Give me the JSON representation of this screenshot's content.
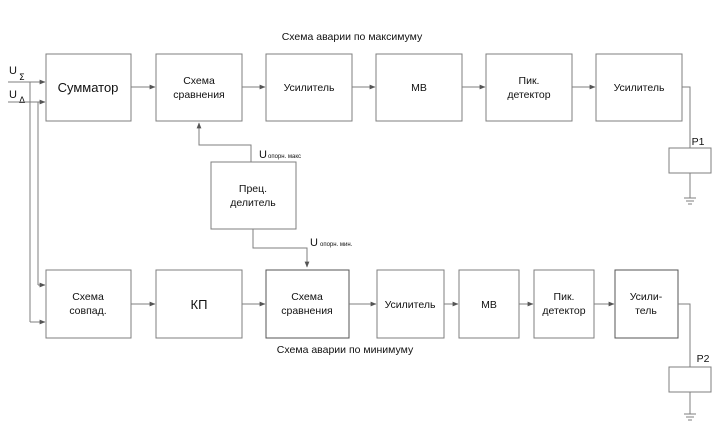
{
  "captions": {
    "max": "Схема аварии по максимуму",
    "min": "Схема аварии по минимуму"
  },
  "inputs": {
    "u_sigma": {
      "letter": "U",
      "sub": "Σ"
    },
    "u_delta": {
      "letter": "U",
      "sub": "Δ"
    }
  },
  "top_chain": {
    "summator": "Сумматор",
    "compare": [
      "Схема",
      "сравнения"
    ],
    "amp1": "Усилитель",
    "mv": "МВ",
    "peak": [
      "Пик.",
      "детектор"
    ],
    "amp2": "Усилитель"
  },
  "divider": [
    "Прец.",
    "делитель"
  ],
  "refs": {
    "max": {
      "letter": "U",
      "sub": "опорн. макс"
    },
    "min": {
      "letter": "U",
      "sub": "опорн. мин."
    }
  },
  "bottom_chain": {
    "coinc": [
      "Схема",
      "совпад."
    ],
    "kp": "КП",
    "compare": [
      "Схема",
      "сравнения"
    ],
    "amp1": "Усилитель",
    "mv": "МВ",
    "peak": [
      "Пик.",
      "детектор"
    ],
    "amp2": [
      "Усили-",
      "тель"
    ]
  },
  "relays": {
    "p1": "Р1",
    "p2": "Р2"
  }
}
